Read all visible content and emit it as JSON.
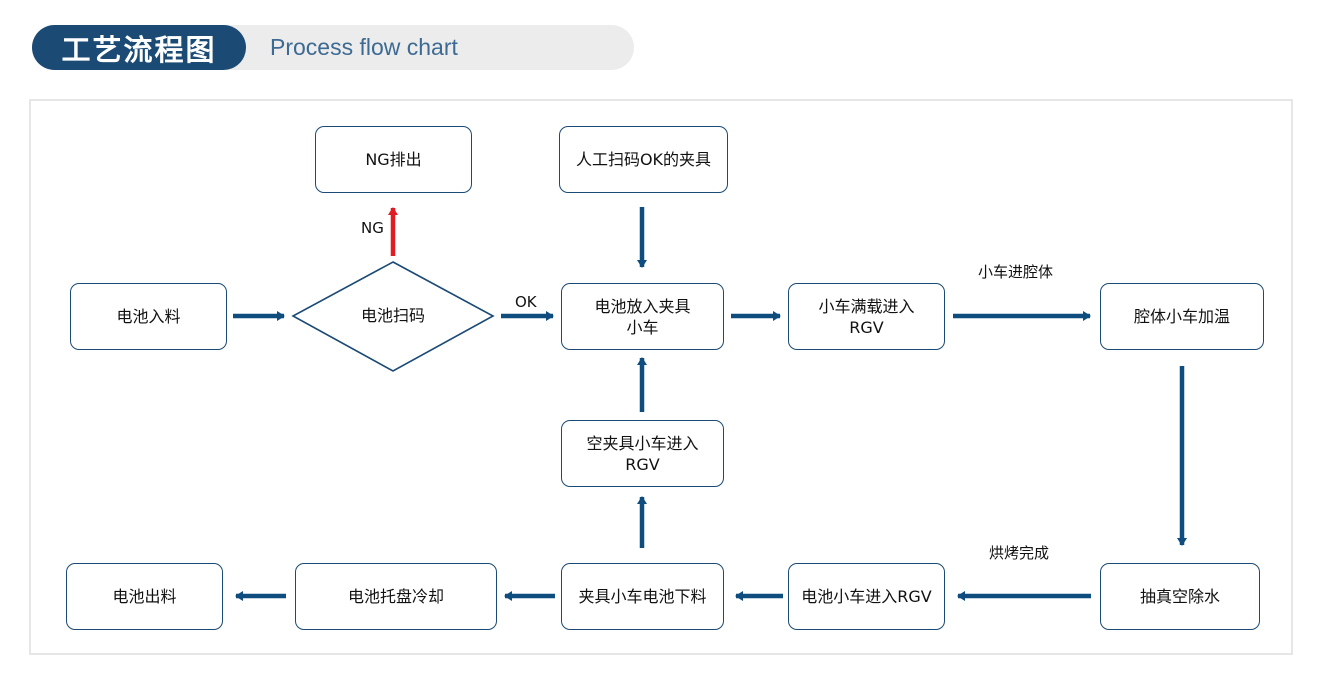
{
  "header": {
    "title": "工艺流程图",
    "subtitle": "Process flow chart"
  },
  "colors": {
    "brand": "#1b4a74",
    "arrow": "#0e4d7e",
    "ng_arrow": "#e01b24",
    "pill": "#ececec"
  },
  "nodes": {
    "battery_in": "电池入料",
    "scan": "电池扫码",
    "ng_out": "NG排出",
    "manual_scan": "人工扫码OK的夹具",
    "load_fixture": "电池放入夹具\n小车",
    "full_to_rgv": "小车满载进入\nRGV",
    "cavity_heat": "腔体小车加温",
    "vacuum_dry": "抽真空除水",
    "battery_cart_rgv": "电池小车进入RGV",
    "unload": "夹具小车电池下料",
    "empty_to_rgv": "空夹具小车进入\nRGV",
    "tray_cool": "电池托盘冷却",
    "battery_out": "电池出料"
  },
  "edge_labels": {
    "ng": "NG",
    "ok": "OK",
    "into_cavity": "小车进腔体",
    "bake_done": "烘烤完成"
  }
}
